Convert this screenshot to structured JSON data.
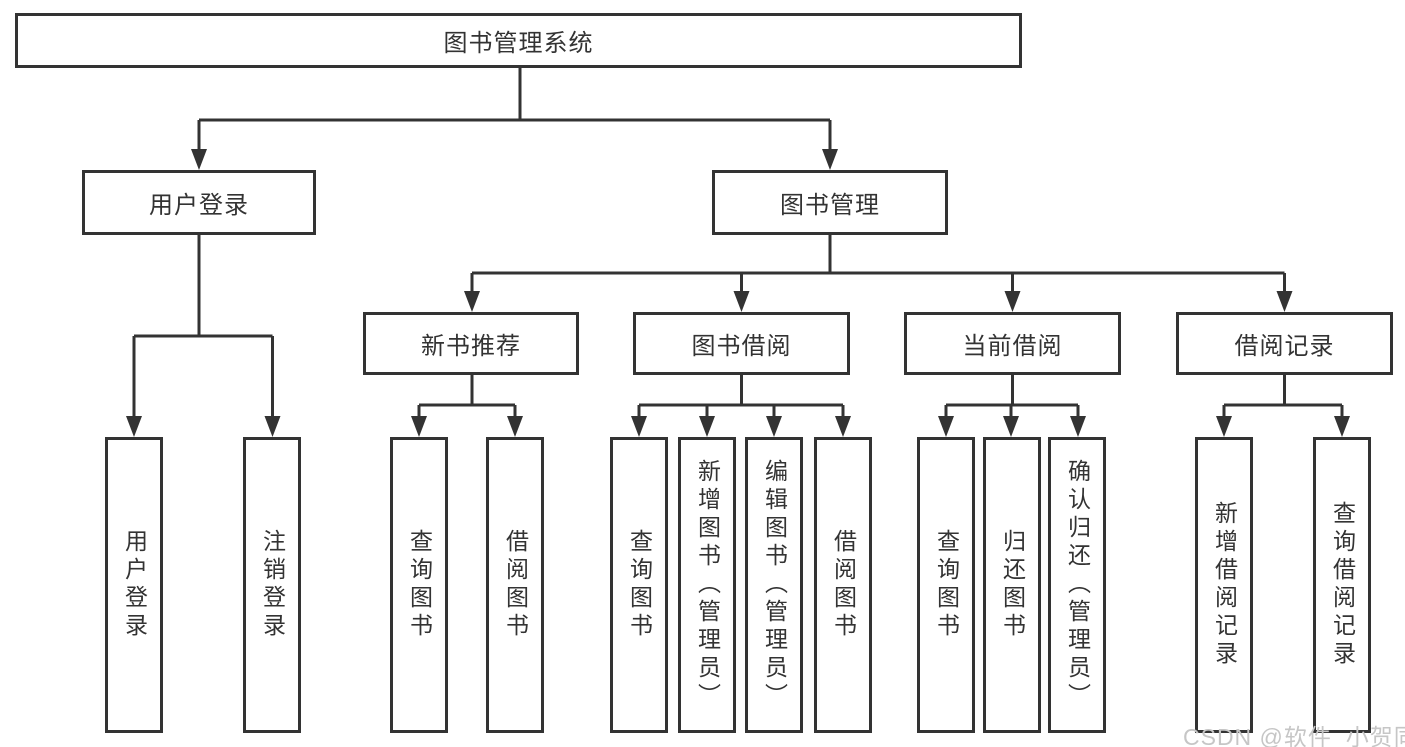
{
  "diagram": {
    "title": "图书管理系统",
    "level2": {
      "user_login": "用户登录",
      "book_management": "图书管理"
    },
    "level3": {
      "new_book_recommend": "新书推荐",
      "book_borrow": "图书借阅",
      "current_borrow": "当前借阅",
      "borrow_records": "借阅记录"
    },
    "leaves": {
      "user_login": {
        "login": "用户登录",
        "logout": "注销登录"
      },
      "new_book_recommend": {
        "query": "查询图书",
        "borrow": "借阅图书"
      },
      "book_borrow": {
        "query": "查询图书",
        "add": "新增图书（管理员）",
        "edit": "编辑图书（管理员）",
        "borrow": "借阅图书"
      },
      "current_borrow": {
        "query": "查询图书",
        "return": "归还图书",
        "confirm": "确认归还（管理员）"
      },
      "borrow_records": {
        "add": "新增借阅记录",
        "query": "查询借阅记录"
      }
    }
  },
  "watermark": {
    "text": "CSDN @软件_小贺同学"
  },
  "colors": {
    "line": "#333333",
    "box_border": "#333333",
    "text": "#333333",
    "watermark": "#c6c6c6",
    "background": "#ffffff"
  }
}
